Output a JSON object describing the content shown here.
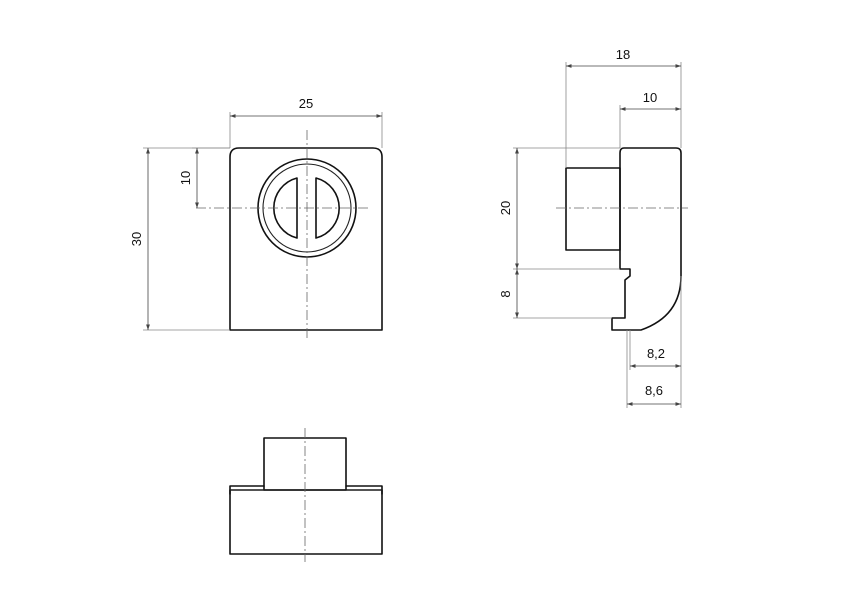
{
  "dimensions": {
    "front_width": "25",
    "front_height": "30",
    "screw_offset": "10",
    "side_depth": "18",
    "side_head_depth": "10",
    "side_body_height": "20",
    "side_lip_height": "8",
    "side_lip_inner": "8,2",
    "side_lip_outer": "8,6"
  },
  "colors": {
    "line": "#111111",
    "dimension": "#444444",
    "centerline": "#666666"
  }
}
